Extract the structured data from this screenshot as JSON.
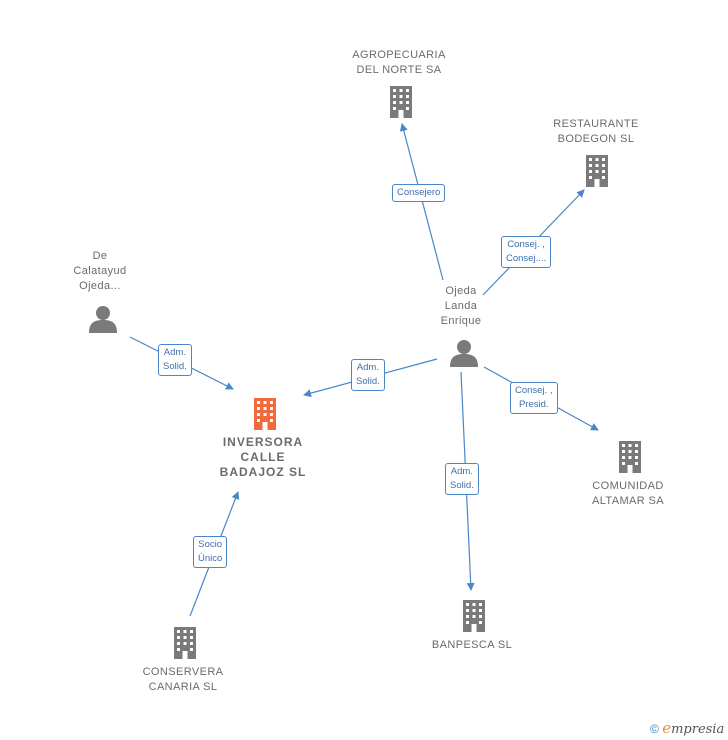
{
  "nodes": {
    "agropecuaria": {
      "label": "AGROPECUARIA\nDEL NORTE SA"
    },
    "restaurante": {
      "label": "RESTAURANTE\nBODEGON  SL"
    },
    "de_calatayud": {
      "label": "De\nCalatayud\nOjeda..."
    },
    "ojeda": {
      "label": "Ojeda\nLanda\nEnrique"
    },
    "inversora": {
      "label": "INVERSORA\nCALLE\nBADAJOZ  SL"
    },
    "comunidad": {
      "label": "COMUNIDAD\nALTAMAR SA"
    },
    "banpesca": {
      "label": "BANPESCA SL"
    },
    "conservera": {
      "label": "CONSERVERA\nCANARIA  SL"
    }
  },
  "edges": {
    "consejero": "Consejero",
    "consej_consej": "Consej. ,\nConsej....",
    "adm_solid_1": "Adm.\nSolid.",
    "adm_solid_2": "Adm.\nSolid.",
    "consej_presid": "Consej. ,\nPresid.",
    "adm_solid_3": "Adm.\nSolid.",
    "socio_unico": "Socio\nÚnico"
  },
  "footer": {
    "copyright": "©",
    "brand_e": "e",
    "brand_rest": "mpresia"
  },
  "colors": {
    "edge": "#4a86c8",
    "building": "#7a7a7a",
    "main_building": "#f06a3c",
    "person": "#7a7a7a"
  }
}
